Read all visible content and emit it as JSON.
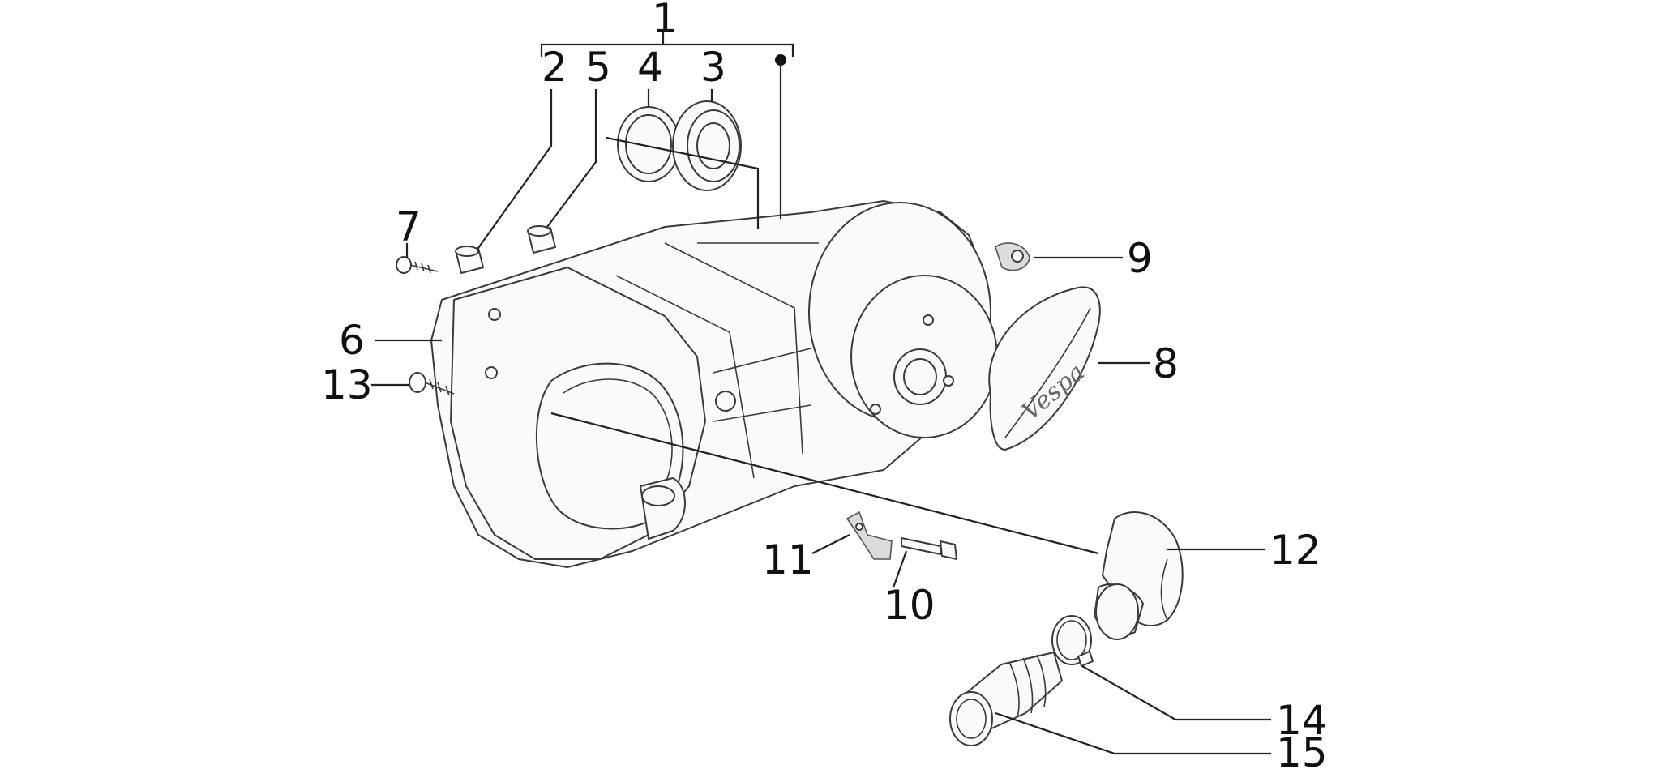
{
  "callouts": [
    "1",
    "2",
    "3",
    "4",
    "5",
    "6",
    "7",
    "8",
    "9",
    "10",
    "11",
    "12",
    "13",
    "14",
    "15"
  ],
  "cover_logo": "Vespa"
}
